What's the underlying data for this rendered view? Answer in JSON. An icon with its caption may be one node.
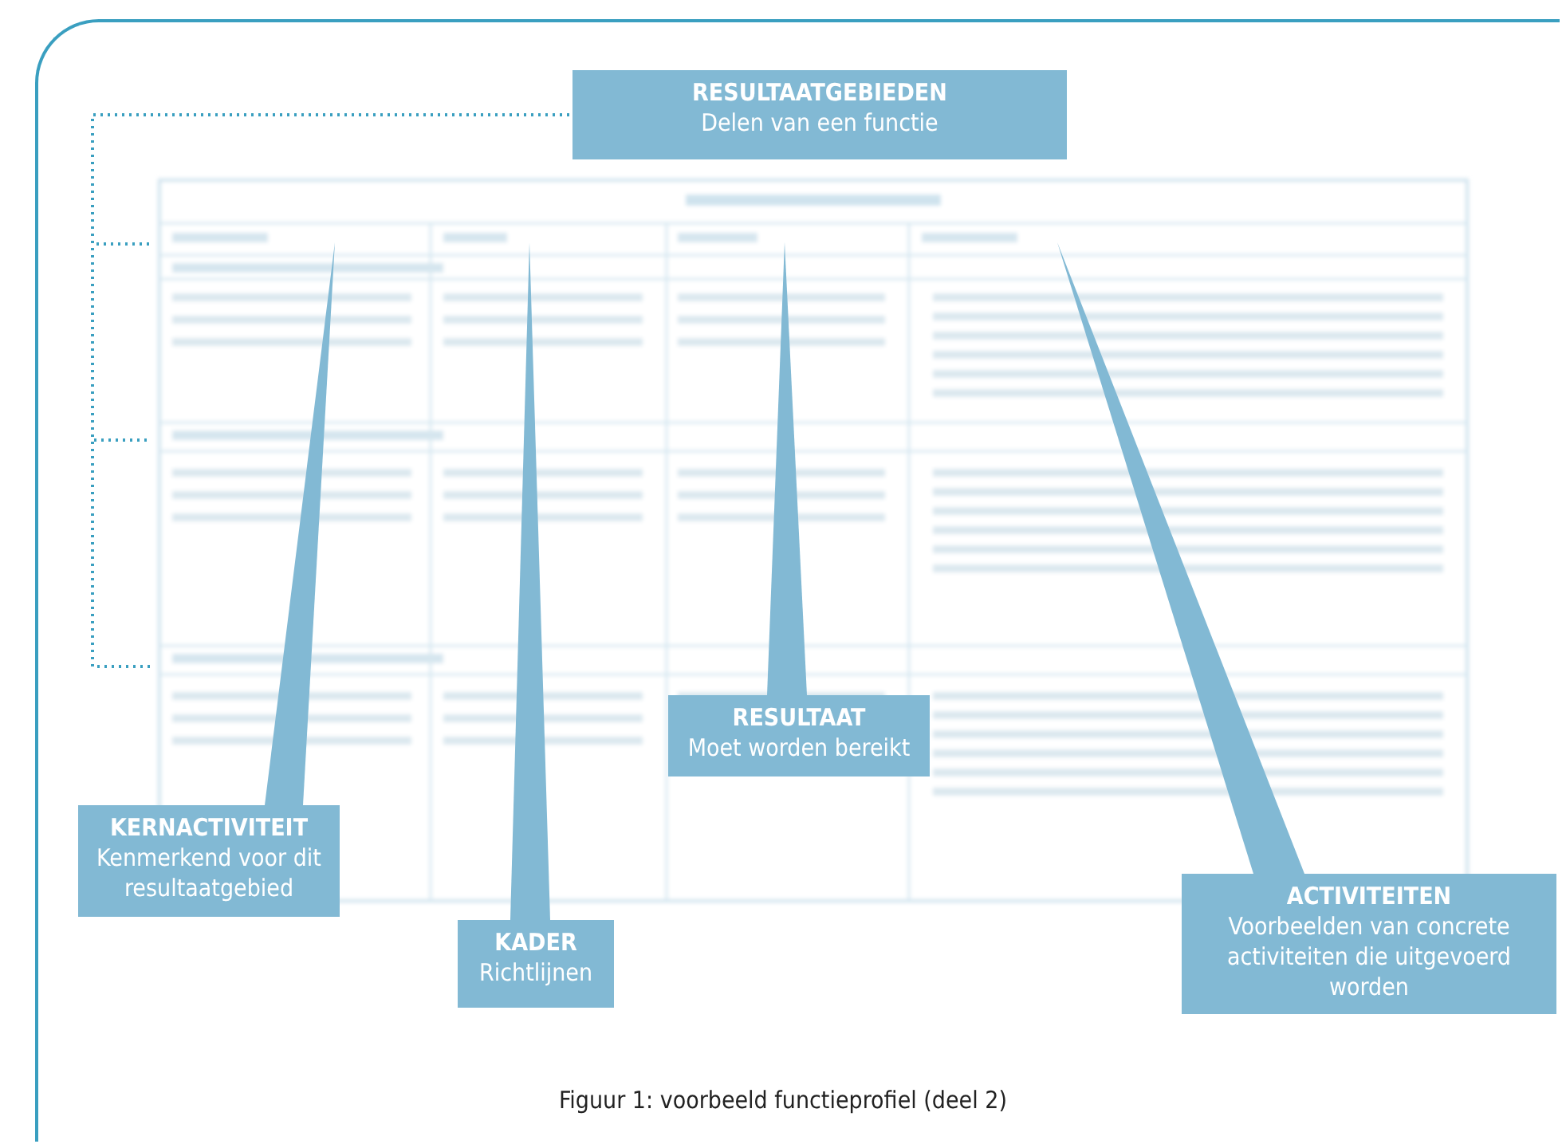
{
  "diagram": {
    "caption": "Figuur 1: voorbeeld functieprofiel (deel 2)",
    "nodes": [
      {
        "text": [
          "RESULTAATGEBIEDEN",
          "Delen van een functie"
        ]
      },
      {
        "text": [
          "KERNACTIVITEIT",
          "Kenmerkend voor dit resultaatgebied"
        ]
      },
      {
        "text": [
          "KADER",
          "Richtlijnen"
        ]
      },
      {
        "text": [
          "RESULTAAT",
          "Moet worden bereikt"
        ]
      },
      {
        "text": [
          "ACTIVITEITEN",
          "Voorbeelden van concrete activiteiten die uitgevoerd worden"
        ]
      }
    ],
    "edges": [
      {
        "from": 0,
        "to": null,
        "arrow": "none",
        "style": "dashed"
      },
      {
        "from": 0,
        "to": null,
        "arrow": "none",
        "style": "dashed"
      },
      {
        "from": 0,
        "to": null,
        "arrow": "none",
        "style": "dashed"
      },
      {
        "from": 1,
        "to": null,
        "arrow": "to"
      },
      {
        "from": 2,
        "to": null,
        "arrow": "to"
      },
      {
        "from": 3,
        "to": null,
        "arrow": "to"
      },
      {
        "from": 4,
        "to": null,
        "arrow": "to"
      }
    ]
  }
}
